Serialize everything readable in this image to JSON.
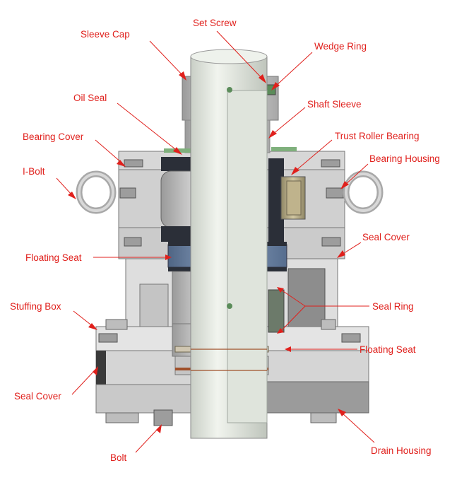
{
  "colors": {
    "label": "#e0201c",
    "metal_light": "#dcdcdc",
    "metal_mid": "#bdbdbd",
    "metal_dark": "#8a8a8a",
    "shaft": "#e6ebe4",
    "seat_blue": "#6f86a8",
    "seal_green": "#5b8c5a",
    "bearing_dark": "#2b2f38",
    "roller_tan": "#b8ab86"
  },
  "labels": {
    "sleeve_cap": "Sleeve Cap",
    "set_screw": "Set Screw",
    "wedge_ring": "Wedge Ring",
    "oil_seal": "Oil Seal",
    "shaft_sleeve": "Shaft Sleeve",
    "bearing_cover": "Bearing Cover",
    "trust_roller_bearing": "Trust Roller Bearing",
    "bearing_housing": "Bearing Housing",
    "i_bolt": "I-Bolt",
    "seal_cover_right": "Seal Cover",
    "floating_seat_left": "Floating Seat",
    "seal_ring": "Seal Ring",
    "stuffing_box": "Stuffing Box",
    "floating_seat_right": "Floating Seat",
    "seal_cover_left": "Seal Cover",
    "bolt": "Bolt",
    "drain_housing": "Drain Housing"
  }
}
